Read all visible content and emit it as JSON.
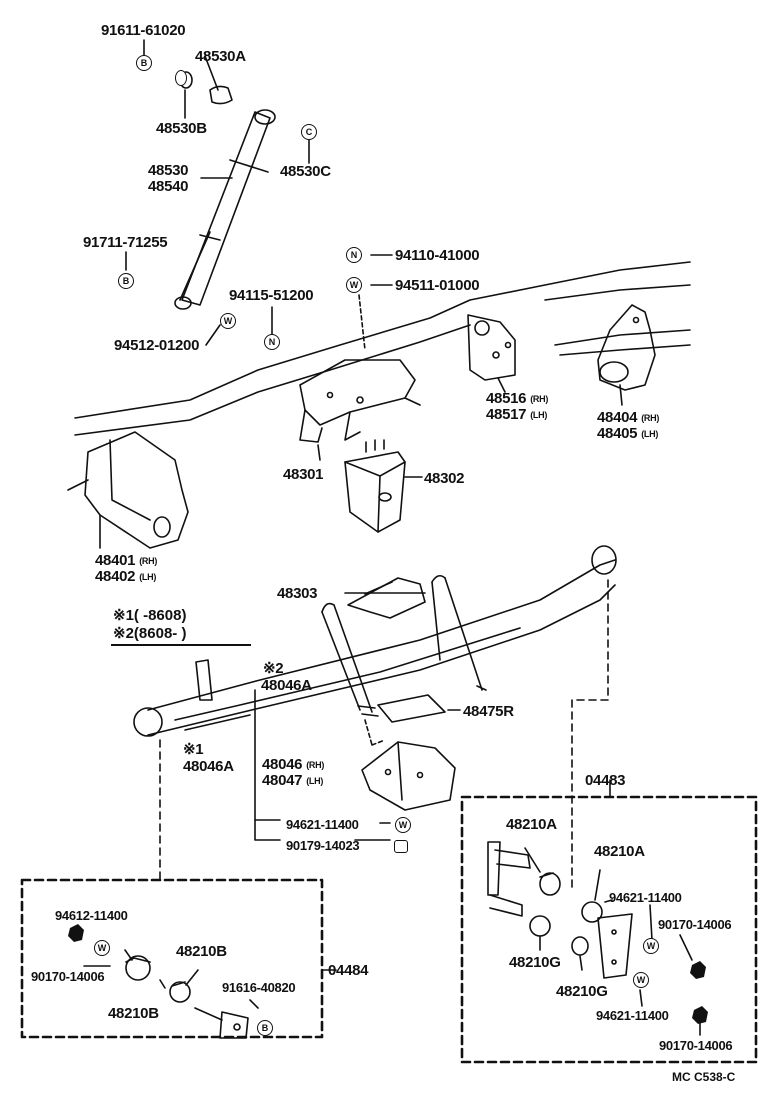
{
  "colors": {
    "ink": "#111111",
    "paper": "#ffffff"
  },
  "notes": {
    "n1_mark": "※1",
    "n1_text": "(        -8608)",
    "n2_mark": "※2",
    "n2_text": "(8608-        )"
  },
  "labels": {
    "p91611": "91611-61020",
    "p48530A_top": "48530A",
    "p48530B_top": "48530B",
    "p48530": "48530",
    "p48540": "48540",
    "p48530C": "48530C",
    "p91711": "91711-71255",
    "p94110": "94110-41000",
    "p94511": "94511-01000",
    "p94115": "94115-51200",
    "p94512": "94512-01200",
    "p48516": "48516",
    "p48517": "48517",
    "p48404": "48404",
    "p48405": "48405",
    "p48301": "48301",
    "p48302": "48302",
    "p48401": "48401",
    "p48402": "48402",
    "p48303": "48303",
    "mark2": "※2",
    "p48046A_2": "48046A",
    "mark1": "※1",
    "p48046A_1": "48046A",
    "p48475R": "48475R",
    "p48046": "48046",
    "p48047": "48047",
    "p94621_a": "94621-11400",
    "p90179": "90179-14023",
    "p04483": "04483",
    "p48210A_1": "48210A",
    "p48210A_2": "48210A",
    "p94621_b": "94621-11400",
    "p90170_a": "90170-14006",
    "p48210G_1": "48210G",
    "p48210G_2": "48210G",
    "p94621_c": "94621-11400",
    "p90170_b": "90170-14006",
    "p94612": "94612-11400",
    "p90170_c": "90170-14006",
    "p48210B_1": "48210B",
    "p48210B_2": "48210B",
    "p91616": "91616-40820",
    "p04484": "04484"
  },
  "suffix": {
    "rh": "(RH)",
    "lh": "(LH)"
  },
  "badges": {
    "B": "B",
    "C": "C",
    "N": "N",
    "W": "W"
  },
  "catalog_code": "MC  C538-C"
}
